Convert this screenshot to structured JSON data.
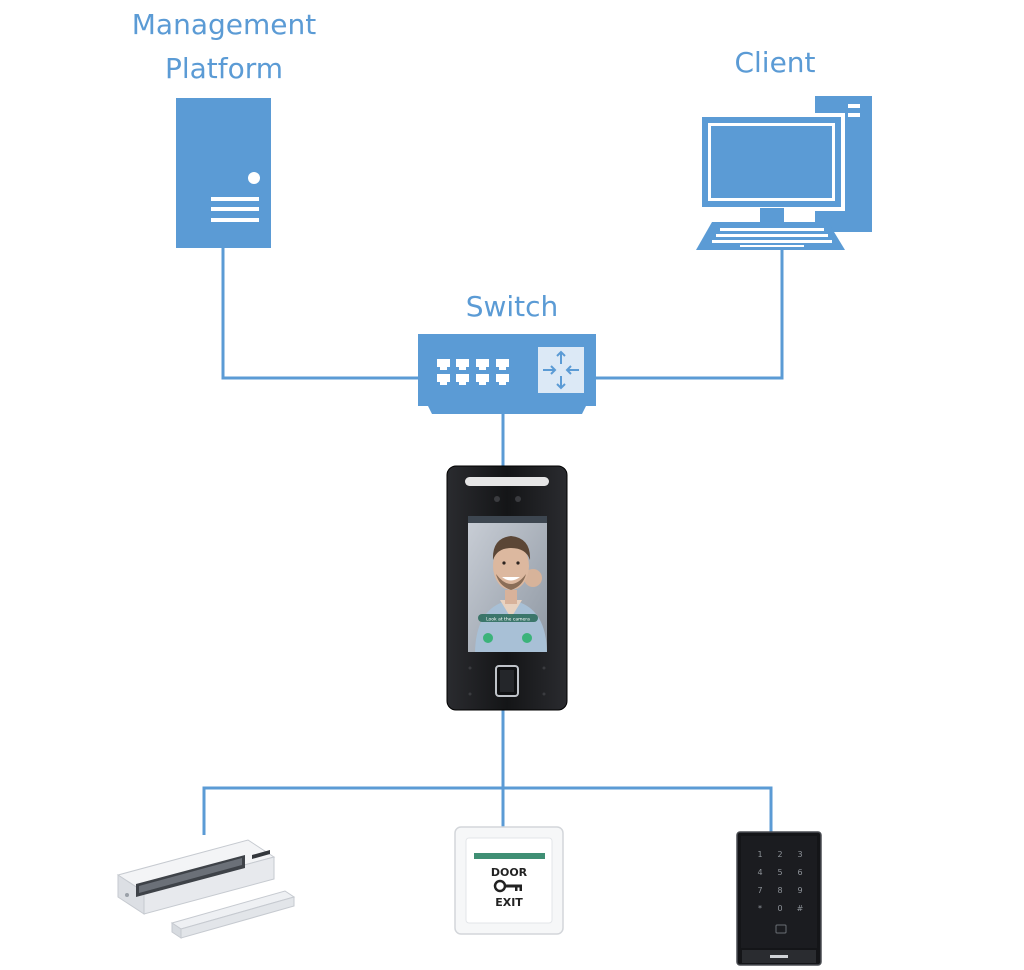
{
  "labels": {
    "management_platform_line1": "Management",
    "management_platform_line2": "Platform",
    "client": "Client",
    "switch": "Switch"
  },
  "device_screen": {
    "banner_text": "Look at the camera"
  },
  "exit_button": {
    "line1": "DOOR",
    "line2": "EXIT"
  },
  "colors": {
    "accent": "#5b9bd5",
    "device_body": "#1e1f22"
  }
}
